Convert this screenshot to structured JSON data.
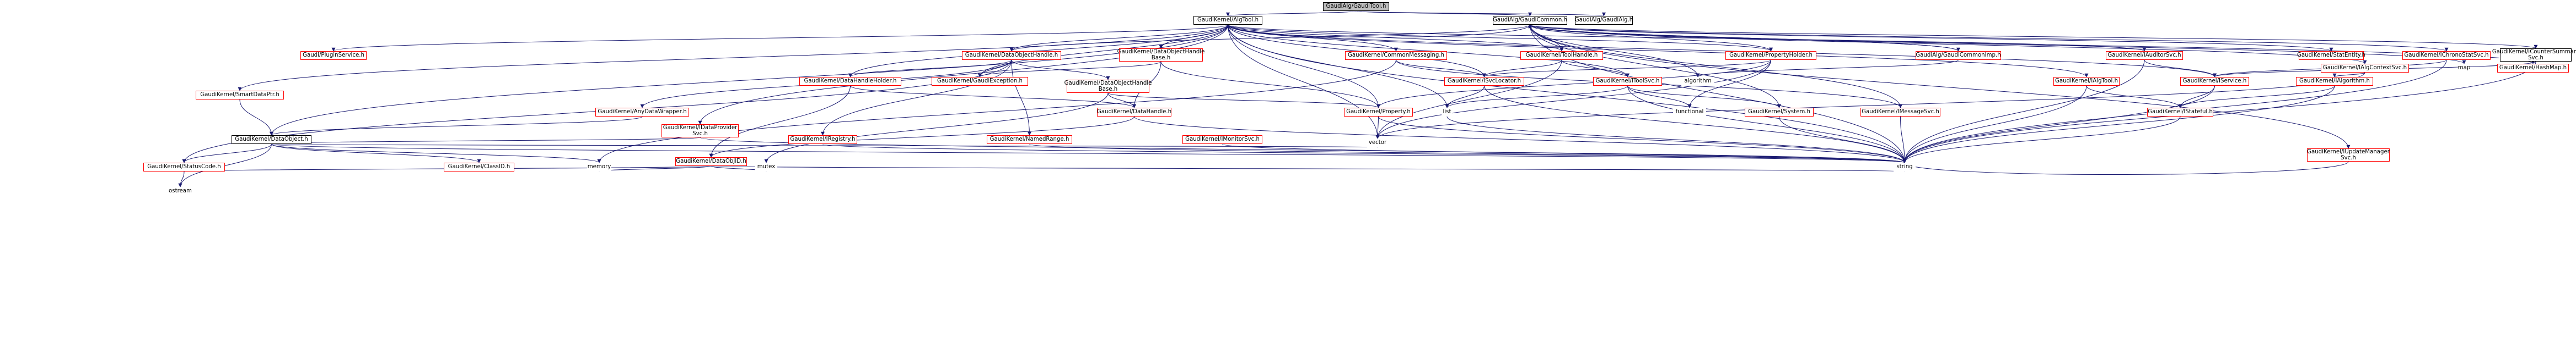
{
  "diagram": {
    "type": "include-dependency-graph",
    "nodes": [
      {
        "id": "root",
        "label": "GaudiAlg/GaudiTool.h",
        "style": "root"
      },
      {
        "id": "algtool",
        "label": "GaudiKernel/AlgTool.h",
        "style": "black"
      },
      {
        "id": "common",
        "label": "GaudiAlg/GaudiCommon.h",
        "style": "black"
      },
      {
        "id": "gaudialg",
        "label": "GaudiAlg/GaudiAlg.h",
        "style": "black"
      },
      {
        "id": "pluginsvc",
        "label": "Gaudi/PluginService.h",
        "style": "red"
      },
      {
        "id": "dataobjhandle",
        "label": "GaudiKernel/DataObjectHandle.h",
        "style": "red"
      },
      {
        "id": "dataobjhandlebase",
        "label": "GaudiKernel/DataObjectHandle\nBase.h",
        "style": "red"
      },
      {
        "id": "commonmsg",
        "label": "GaudiKernel/CommonMessaging.h",
        "style": "red"
      },
      {
        "id": "toolhandle",
        "label": "GaudiKernel/ToolHandle.h",
        "style": "red"
      },
      {
        "id": "propholder",
        "label": "GaudiKernel/PropertyHolder.h",
        "style": "red"
      },
      {
        "id": "commonimp",
        "label": "GaudiAlg/GaudiCommonImp.h",
        "style": "red"
      },
      {
        "id": "auditorsvc",
        "label": "GaudiKernel/IAuditorSvc.h",
        "style": "red"
      },
      {
        "id": "statentity",
        "label": "GaudiKernel/StatEntity.h",
        "style": "red"
      },
      {
        "id": "ichronostat",
        "label": "GaudiKernel/IChronoStatSvc.h",
        "style": "red"
      },
      {
        "id": "icounter",
        "label": "GaudiKernel/ICounterSummary\nSvc.h",
        "style": "black"
      },
      {
        "id": "ialgctx",
        "label": "GaudiKernel/IAlgContextSvc.h",
        "style": "red"
      },
      {
        "id": "map",
        "label": "map",
        "style": "grey"
      },
      {
        "id": "hashmap",
        "label": "GaudiKernel/HashMap.h",
        "style": "red"
      },
      {
        "id": "smartdataptr",
        "label": "GaudiKernel/SmartDataPtr.h",
        "style": "red"
      },
      {
        "id": "datahandleholder",
        "label": "GaudiKernel/DataHandleHolder.h",
        "style": "red"
      },
      {
        "id": "gaudiexception",
        "label": "GaudiKernel/GaudiException.h",
        "style": "red"
      },
      {
        "id": "datahandlebase2",
        "label": "GaudiKernel/DataObjectHandle\nBase.h",
        "style": "red"
      },
      {
        "id": "anydatawrapper",
        "label": "GaudiKernel/AnyDataWrapper.h",
        "style": "red"
      },
      {
        "id": "datahandle",
        "label": "GaudiKernel/DataHandle.h",
        "style": "red"
      },
      {
        "id": "idataprovider",
        "label": "GaudiKernel/IDataProvider\nSvc.h",
        "style": "red"
      },
      {
        "id": "property",
        "label": "GaudiKernel/Property.h",
        "style": "red"
      },
      {
        "id": "isvclocator",
        "label": "GaudiKernel/ISvcLocator.h",
        "style": "red"
      },
      {
        "id": "itoolsvc",
        "label": "GaudiKernel/IToolSvc.h",
        "style": "red"
      },
      {
        "id": "algorithm_std",
        "label": "algorithm",
        "style": "grey"
      },
      {
        "id": "ialgtool",
        "label": "GaudiKernel/IAlgTool.h",
        "style": "red"
      },
      {
        "id": "iservice",
        "label": "GaudiKernel/IService.h",
        "style": "red"
      },
      {
        "id": "ialgorithm",
        "label": "GaudiKernel/IAlgorithm.h",
        "style": "red"
      },
      {
        "id": "list",
        "label": "list",
        "style": "grey"
      },
      {
        "id": "functional",
        "label": "functional",
        "style": "grey"
      },
      {
        "id": "system",
        "label": "GaudiKernel/System.h",
        "style": "red"
      },
      {
        "id": "imessagesvc",
        "label": "GaudiKernel/IMessageSvc.h",
        "style": "red"
      },
      {
        "id": "istateful",
        "label": "GaudiKernel/IStateful.h",
        "style": "red"
      },
      {
        "id": "dataobject",
        "label": "GaudiKernel/DataObject.h",
        "style": "black"
      },
      {
        "id": "iregistry",
        "label": "GaudiKernel/IRegistry.h",
        "style": "red"
      },
      {
        "id": "namedrange",
        "label": "GaudiKernel/NamedRange.h",
        "style": "red"
      },
      {
        "id": "imonitorsvc",
        "label": "GaudiKernel/IMonitorSvc.h",
        "style": "red"
      },
      {
        "id": "vector",
        "label": "vector",
        "style": "grey"
      },
      {
        "id": "dataobjid",
        "label": "GaudiKernel/DataObjID.h",
        "style": "red"
      },
      {
        "id": "iupdatemanager",
        "label": "GaudiKernel/IUpdateManager\nSvc.h",
        "style": "red"
      },
      {
        "id": "statuscode",
        "label": "GaudiKernel/StatusCode.h",
        "style": "red"
      },
      {
        "id": "classid",
        "label": "GaudiKernel/ClassID.h",
        "style": "red"
      },
      {
        "id": "memory",
        "label": "memory",
        "style": "grey"
      },
      {
        "id": "mutex",
        "label": "mutex",
        "style": "grey"
      },
      {
        "id": "string",
        "label": "string",
        "style": "grey"
      },
      {
        "id": "ostream",
        "label": "ostream",
        "style": "grey"
      }
    ],
    "edges": [
      [
        "root",
        "algtool"
      ],
      [
        "root",
        "common"
      ],
      [
        "root",
        "gaudialg"
      ],
      [
        "algtool",
        "pluginsvc"
      ],
      [
        "algtool",
        "dataobjhandle"
      ],
      [
        "algtool",
        "dataobjhandlebase"
      ],
      [
        "algtool",
        "commonmsg"
      ],
      [
        "algtool",
        "toolhandle"
      ],
      [
        "algtool",
        "propholder"
      ],
      [
        "algtool",
        "auditorsvc"
      ],
      [
        "algtool",
        "ialgtool"
      ],
      [
        "algtool",
        "isvclocator"
      ],
      [
        "algtool",
        "itoolsvc"
      ],
      [
        "algtool",
        "datahandleholder"
      ],
      [
        "algtool",
        "gaudiexception"
      ],
      [
        "algtool",
        "property"
      ],
      [
        "algtool",
        "iservice"
      ],
      [
        "algtool",
        "string"
      ],
      [
        "algtool",
        "list"
      ],
      [
        "algtool",
        "vector"
      ],
      [
        "algtool",
        "dataobject"
      ],
      [
        "algtool",
        "idataprovider"
      ],
      [
        "algtool",
        "smartdataptr"
      ],
      [
        "common",
        "commonimp"
      ],
      [
        "common",
        "statentity"
      ],
      [
        "common",
        "ichronostat"
      ],
      [
        "common",
        "icounter"
      ],
      [
        "common",
        "ialgctx"
      ],
      [
        "common",
        "map"
      ],
      [
        "common",
        "hashmap"
      ],
      [
        "common",
        "algorithm_std"
      ],
      [
        "common",
        "iupdatemanager"
      ],
      [
        "common",
        "string"
      ],
      [
        "common",
        "system"
      ],
      [
        "common",
        "imessagesvc"
      ],
      [
        "common",
        "algtool"
      ],
      [
        "common",
        "dataobjhandle"
      ],
      [
        "common",
        "propholder"
      ],
      [
        "common",
        "toolhandle"
      ],
      [
        "commonimp",
        "common"
      ],
      [
        "commonimp",
        "algorithm_std"
      ],
      [
        "dataobjhandle",
        "datahandleholder"
      ],
      [
        "dataobjhandle",
        "gaudiexception"
      ],
      [
        "dataobjhandle",
        "datahandlebase2"
      ],
      [
        "dataobjhandle",
        "anydatawrapper"
      ],
      [
        "dataobjhandle",
        "namedrange"
      ],
      [
        "dataobjhandle",
        "iregistry"
      ],
      [
        "dataobjhandle",
        "statuscode"
      ],
      [
        "dataobjhandlebase",
        "datahandle"
      ],
      [
        "dataobjhandlebase",
        "gaudiexception"
      ],
      [
        "dataobjhandlebase",
        "property"
      ],
      [
        "datahandlebase2",
        "datahandle"
      ],
      [
        "datahandlebase2",
        "property"
      ],
      [
        "datahandlebase2",
        "mutex"
      ],
      [
        "commonmsg",
        "isvclocator"
      ],
      [
        "commonmsg",
        "imessagesvc"
      ],
      [
        "commonmsg",
        "memory"
      ],
      [
        "toolhandle",
        "isvclocator"
      ],
      [
        "toolhandle",
        "itoolsvc"
      ],
      [
        "toolhandle",
        "vector"
      ],
      [
        "propholder",
        "property"
      ],
      [
        "propholder",
        "isvclocator"
      ],
      [
        "propholder",
        "functional"
      ],
      [
        "propholder",
        "vector"
      ],
      [
        "auditorsvc",
        "iservice"
      ],
      [
        "auditorsvc",
        "string"
      ],
      [
        "ialgtool",
        "istateful"
      ],
      [
        "ialgtool",
        "string"
      ],
      [
        "iservice",
        "istateful"
      ],
      [
        "iservice",
        "string"
      ],
      [
        "ialgorithm",
        "istateful"
      ],
      [
        "ialgorithm",
        "string"
      ],
      [
        "ialgctx",
        "ialgorithm"
      ],
      [
        "ialgctx",
        "vector"
      ],
      [
        "ichronostat",
        "iservice"
      ],
      [
        "ichronostat",
        "string"
      ],
      [
        "icounter",
        "iservice"
      ],
      [
        "icounter",
        "string"
      ],
      [
        "itoolsvc",
        "system"
      ],
      [
        "itoolsvc",
        "functional"
      ],
      [
        "itoolsvc",
        "list"
      ],
      [
        "itoolsvc",
        "string"
      ],
      [
        "system",
        "string"
      ],
      [
        "imessagesvc",
        "string"
      ],
      [
        "istateful",
        "string"
      ],
      [
        "isvclocator",
        "list"
      ],
      [
        "isvclocator",
        "string"
      ],
      [
        "list",
        "string"
      ],
      [
        "iupdatemanager",
        "string"
      ],
      [
        "datahandleholder",
        "datahandle"
      ],
      [
        "datahandleholder",
        "dataobjid"
      ],
      [
        "datahandle",
        "dataobjid"
      ],
      [
        "datahandle",
        "string"
      ],
      [
        "idataprovider",
        "dataobject"
      ],
      [
        "idataprovider",
        "string"
      ],
      [
        "anydatawrapper",
        "dataobject"
      ],
      [
        "smartdataptr",
        "dataobject"
      ],
      [
        "dataobject",
        "statuscode"
      ],
      [
        "dataobject",
        "classid"
      ],
      [
        "dataobject",
        "memory"
      ],
      [
        "dataobject",
        "string"
      ],
      [
        "dataobject",
        "ostream"
      ],
      [
        "dataobject",
        "vector"
      ],
      [
        "dataobjid",
        "statuscode"
      ],
      [
        "dataobjid",
        "mutex"
      ],
      [
        "dataobjid",
        "memory"
      ],
      [
        "dataobjid",
        "string"
      ],
      [
        "statuscode",
        "ostream"
      ],
      [
        "property",
        "vector"
      ],
      [
        "property",
        "string"
      ],
      [
        "namedrange",
        "string"
      ],
      [
        "imonitorsvc",
        "string"
      ],
      [
        "iregistry",
        "string"
      ]
    ]
  }
}
